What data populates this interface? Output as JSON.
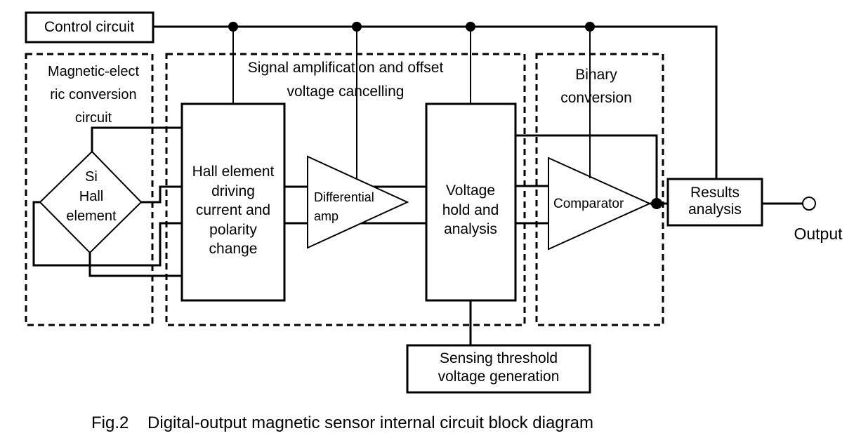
{
  "diagram": {
    "blocks": {
      "control": "Control circuit",
      "hall_drive": [
        "Hall element",
        "driving",
        "current and",
        "polarity",
        "change"
      ],
      "voltage_hold": [
        "Voltage",
        "hold and",
        "analysis"
      ],
      "results": [
        "Results",
        "analysis"
      ],
      "threshold": [
        "Sensing threshold",
        "voltage generation"
      ]
    },
    "elements": {
      "hall_sensor": [
        "Si",
        "Hall",
        "element"
      ],
      "diff_amp": [
        "Differential",
        "amp"
      ],
      "comparator": "Comparator"
    },
    "groups": {
      "magnetic": [
        "Magnetic-elect",
        "ric conversion",
        "circuit"
      ],
      "signal": [
        "Signal amplification and offset",
        "voltage cancelling"
      ],
      "binary": [
        "Binary",
        "conversion"
      ]
    },
    "terminal": {
      "output": "Output"
    },
    "caption": "Fig.2    Digital-output magnetic sensor internal circuit block diagram"
  }
}
